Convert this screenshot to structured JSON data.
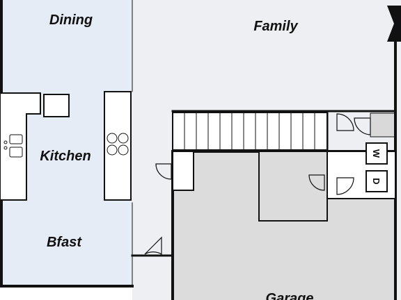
{
  "rooms": {
    "dining": "Dining",
    "family": "Family",
    "kitchen": "Kitchen",
    "bfast": "Bfast",
    "garage": "Garage"
  },
  "appliances": {
    "washer": "W",
    "dryer": "D"
  },
  "colors": {
    "kitchen_fill": "#e6ecf6",
    "living_fill": "#eeeff3",
    "garage_fill": "#dcdcdc",
    "utility_fill": "#d9d9d9",
    "wall": "#111111",
    "fixture_fill": "#ffffff"
  }
}
